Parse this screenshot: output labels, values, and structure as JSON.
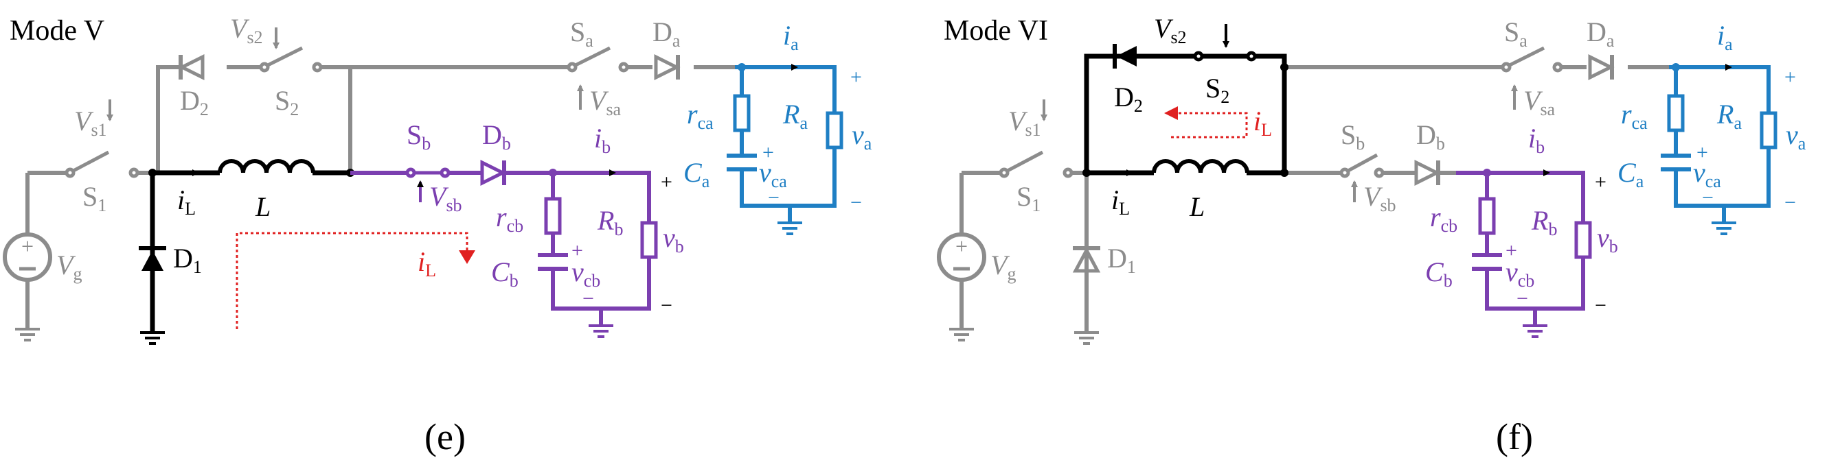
{
  "colors": {
    "active": "#000000",
    "inactive": "#8c8c8c",
    "branch_a": "#1f7fc4",
    "branch_b": "#7b3fb0",
    "current_path": "#e02020"
  },
  "panels": [
    {
      "id": "e",
      "mode": "Mode  V",
      "caption": "(e)",
      "labels": {
        "vs1": "V",
        "vs1_sub": "s1",
        "vs2": "V",
        "vs2_sub": "s2",
        "vsa": "V",
        "vsa_sub": "sa",
        "vsb": "V",
        "vsb_sub": "sb",
        "s1": "S",
        "s1_sub": "1",
        "s2": "S",
        "s2_sub": "2",
        "sa": "S",
        "sa_sub": "a",
        "sb": "S",
        "sb_sub": "b",
        "d1": "D",
        "d1_sub": "1",
        "d2": "D",
        "d2_sub": "2",
        "da": "D",
        "da_sub": "a",
        "db": "D",
        "db_sub": "b",
        "il": "i",
        "il_sub": "L",
        "il2": "i",
        "il2_sub": "L",
        "l": "L",
        "vg": "V",
        "vg_sub": "g",
        "ia": "i",
        "ia_sub": "a",
        "ib": "i",
        "ib_sub": "b",
        "rca": "r",
        "rca_sub": "ca",
        "rcb": "r",
        "rcb_sub": "cb",
        "ra": "R",
        "ra_sub": "a",
        "rb": "R",
        "rb_sub": "b",
        "ca": "C",
        "ca_sub": "a",
        "cb": "C",
        "cb_sub": "b",
        "vca": "v",
        "vca_sub": "ca",
        "vcb": "v",
        "vcb_sub": "cb",
        "va": "v",
        "va_sub": "a",
        "vb": "v",
        "vb_sub": "b",
        "plus": "+",
        "minus": "−"
      }
    },
    {
      "id": "f",
      "mode": "Mode VI",
      "caption": "(f)",
      "labels": {
        "vs1": "V",
        "vs1_sub": "s1",
        "vs2": "V",
        "vs2_sub": "s2",
        "vsa": "V",
        "vsa_sub": "sa",
        "vsb": "V",
        "vsb_sub": "sb",
        "s1": "S",
        "s1_sub": "1",
        "s2": "S",
        "s2_sub": "2",
        "sa": "S",
        "sa_sub": "a",
        "sb": "S",
        "sb_sub": "b",
        "d1": "D",
        "d1_sub": "1",
        "d2": "D",
        "d2_sub": "2",
        "da": "D",
        "da_sub": "a",
        "db": "D",
        "db_sub": "b",
        "il": "i",
        "il_sub": "L",
        "il2": "i",
        "il2_sub": "L",
        "l": "L",
        "vg": "V",
        "vg_sub": "g",
        "ia": "i",
        "ia_sub": "a",
        "ib": "i",
        "ib_sub": "b",
        "rca": "r",
        "rca_sub": "ca",
        "rcb": "r",
        "rcb_sub": "cb",
        "ra": "R",
        "ra_sub": "a",
        "rb": "R",
        "rb_sub": "b",
        "ca": "C",
        "ca_sub": "a",
        "cb": "C",
        "cb_sub": "b",
        "vca": "v",
        "vca_sub": "ca",
        "vcb": "v",
        "vcb_sub": "cb",
        "va": "v",
        "va_sub": "a",
        "vb": "v",
        "vb_sub": "b",
        "plus": "+",
        "minus": "−"
      }
    }
  ]
}
